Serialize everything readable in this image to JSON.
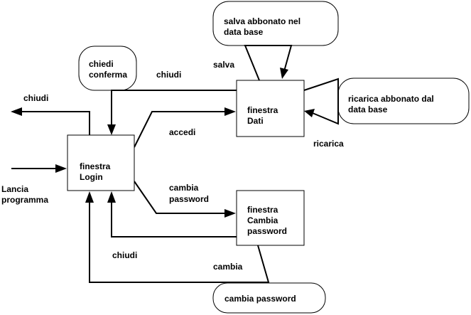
{
  "states": {
    "login": [
      "finestra",
      "Login"
    ],
    "dati": [
      "finestra",
      "Dati"
    ],
    "cambia_password": [
      "finestra",
      "Cambia",
      "password"
    ]
  },
  "actions": {
    "salva_db": [
      "salva abbonato nel",
      "data base"
    ],
    "ricarica_db": [
      "ricarica abbonato dal",
      "data base"
    ],
    "chiedi_conferma": [
      "chiedi",
      "conferma"
    ],
    "cambia_password": [
      "cambia password"
    ]
  },
  "transitions": {
    "salva": "salva",
    "ricarica": "ricarica",
    "chiudi_dati": "chiudi",
    "chiudi_login": "chiudi",
    "chiudi_cambia": "chiudi",
    "accedi": "accedi",
    "cambia_password": [
      "cambia",
      "password"
    ],
    "cambia": "cambia",
    "lancia_programma": [
      "Lancia",
      "programma"
    ]
  },
  "colors": {
    "stroke": "#000000",
    "fill": "#ffffff"
  }
}
